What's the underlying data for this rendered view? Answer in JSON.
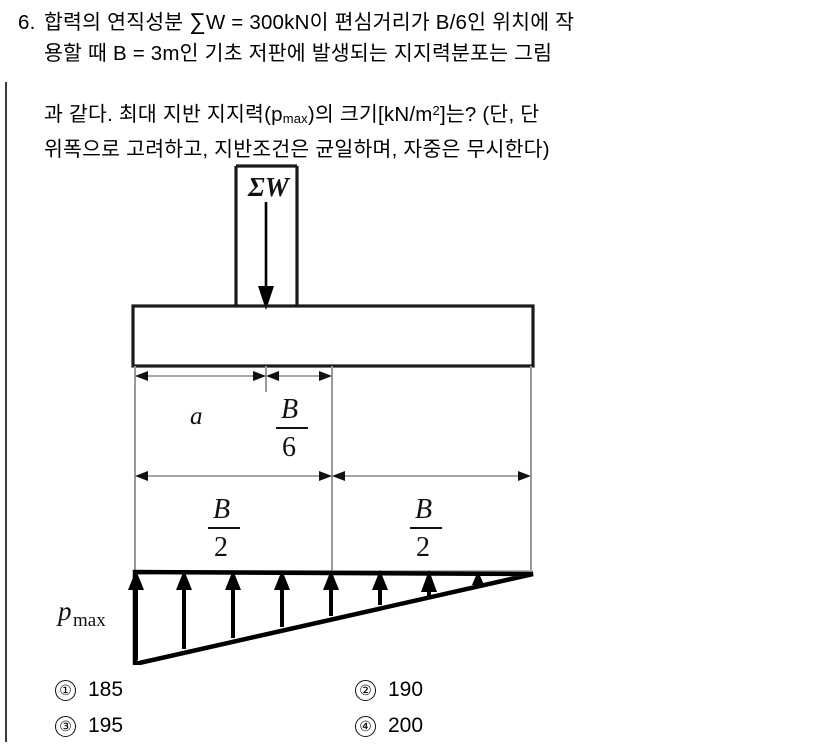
{
  "question": {
    "number": "6.",
    "line1_a": "합력의 연직성분 ",
    "line1_sum": "∑",
    "line1_b": "W = 300kN이 편심거리가 B/6인 위치에 작",
    "line2": "용할 때 B = 3m인 기초 저판에 발생되는 지지력분포는 그림",
    "line3_a": "과 같다. 최대 지반 지지력(p",
    "line3_sub": "max",
    "line3_b": ")의 크기[kN/m",
    "line3_sup": "2",
    "line3_c": "]는? (단, 단",
    "line4": "위폭으로 고려하고, 지반조건은 균일하며, 자중은 무시한다)"
  },
  "figure": {
    "load_label": "ΣW",
    "dim_a_label": "a",
    "dim_b6_numerator": "B",
    "dim_b6_denominator": "6",
    "dim_b2_left_numerator": "B",
    "dim_b2_left_denominator": "2",
    "dim_b2_right_numerator": "B",
    "dim_b2_right_denominator": "2",
    "pmax_label_p": "p",
    "pmax_label_sub": "max",
    "colors": {
      "outline": "#1a1a1a",
      "dimension_line": "#9a9a9a",
      "pressure": "#000000"
    }
  },
  "answers": [
    {
      "marker": "①",
      "text": "185"
    },
    {
      "marker": "②",
      "text": "190"
    },
    {
      "marker": "③",
      "text": "195"
    },
    {
      "marker": "④",
      "text": "200"
    }
  ]
}
